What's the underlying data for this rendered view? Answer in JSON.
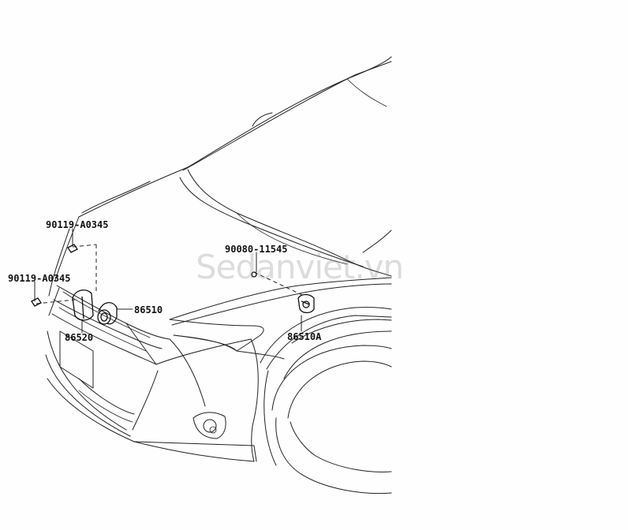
{
  "watermark": "Sedanviet.vn",
  "labels": {
    "bolt_upper": "90119-A0345",
    "bolt_left": "90119-A0345",
    "horn_high": "86510",
    "horn_low": "86520",
    "bolt_right": "90080-11545",
    "horn_right": "86510A"
  }
}
